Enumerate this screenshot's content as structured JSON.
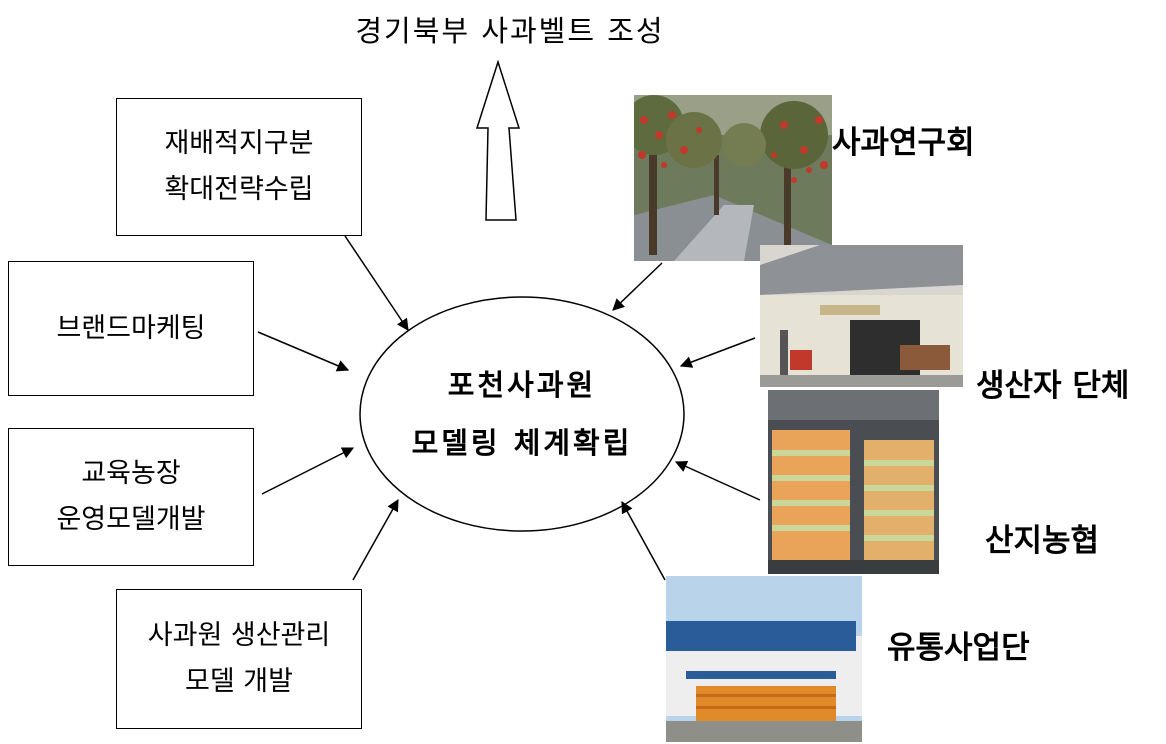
{
  "goal": "경기북부 사과벨트 조성",
  "center": {
    "line1": "포천사과원",
    "line2": "모델링 체계확립"
  },
  "left_boxes": [
    {
      "line1": "재배적지구분",
      "line2": "확대전략수립"
    },
    {
      "line1": "브랜드마케팅"
    },
    {
      "line1": "교육농장",
      "line2": "운영모델개발"
    },
    {
      "line1": "사과원 생산관리",
      "line2": "모델 개발"
    }
  ],
  "partners": [
    {
      "label": "사과연구회",
      "photo": "apple-orchard-photo"
    },
    {
      "label": "생산자 단체",
      "photo": "packing-warehouse-photo"
    },
    {
      "label": "산지농협",
      "photo": "stacked-apple-boxes-photo"
    },
    {
      "label": "유통사업단",
      "photo": "distribution-center-photo"
    }
  ]
}
